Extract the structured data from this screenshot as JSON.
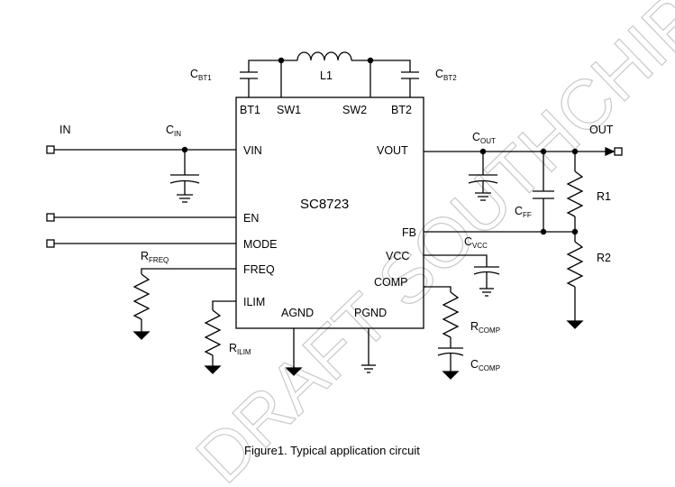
{
  "chip": {
    "name": "SC8723"
  },
  "pins": {
    "bt1": "BT1",
    "sw1": "SW1",
    "sw2": "SW2",
    "bt2": "BT2",
    "vin": "VIN",
    "en": "EN",
    "mode": "MODE",
    "freq": "FREQ",
    "ilim": "ILIM",
    "agnd": "AGND",
    "pgnd": "PGND",
    "vout": "VOUT",
    "fb": "FB",
    "vcc": "VCC",
    "comp": "COMP"
  },
  "terminals": {
    "in": "IN",
    "out": "OUT"
  },
  "components": {
    "l1": "L1",
    "r1": "R1",
    "r2": "R2",
    "cbt1": {
      "main": "C",
      "sub": "BT1"
    },
    "cbt2": {
      "main": "C",
      "sub": "BT2"
    },
    "cin": {
      "main": "C",
      "sub": "IN"
    },
    "cout": {
      "main": "C",
      "sub": "OUT"
    },
    "cff": {
      "main": "C",
      "sub": "FF"
    },
    "cvcc": {
      "main": "C",
      "sub": "VCC"
    },
    "rfreq": {
      "main": "R",
      "sub": "FREQ"
    },
    "rilim": {
      "main": "R",
      "sub": "ILIM"
    },
    "rcomp": {
      "main": "R",
      "sub": "COMP"
    },
    "ccomp": {
      "main": "C",
      "sub": "COMP"
    }
  },
  "caption": "Figure1. Typical application circuit",
  "watermark": "DRAFT SOUTHCHIP CONFIDENTIAL"
}
